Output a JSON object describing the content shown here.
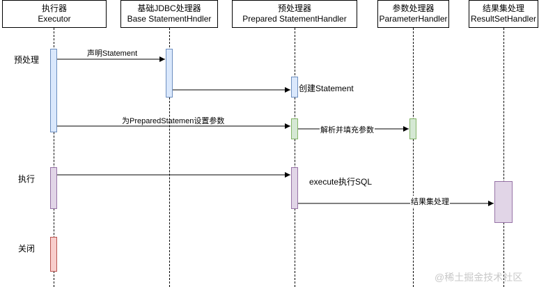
{
  "participants": [
    {
      "label_cn": "执行器",
      "label_en": "Executor"
    },
    {
      "label_cn": "基础JDBC处理器",
      "label_en": "Base StatementHndler"
    },
    {
      "label_cn": "预处理器",
      "label_en": "Prepared StatementHandler"
    },
    {
      "label_cn": "参数处理器",
      "label_en": "ParameterHandler"
    },
    {
      "label_cn": "结果集处理",
      "label_en": "ResultSetHandler"
    }
  ],
  "phases": {
    "preprocess": "预处理",
    "execute": "执行",
    "close": "关闭"
  },
  "messages": {
    "declare_statement": "声明Statement",
    "create_statement": "创建Statement",
    "set_params": "为PreparedStatemen设置参数",
    "parse_fill_params": "解析并填充参数",
    "execute_sql": "execute执行SQL",
    "result_handling": "结果集处理"
  },
  "watermark": "@稀土掘金技术社区"
}
